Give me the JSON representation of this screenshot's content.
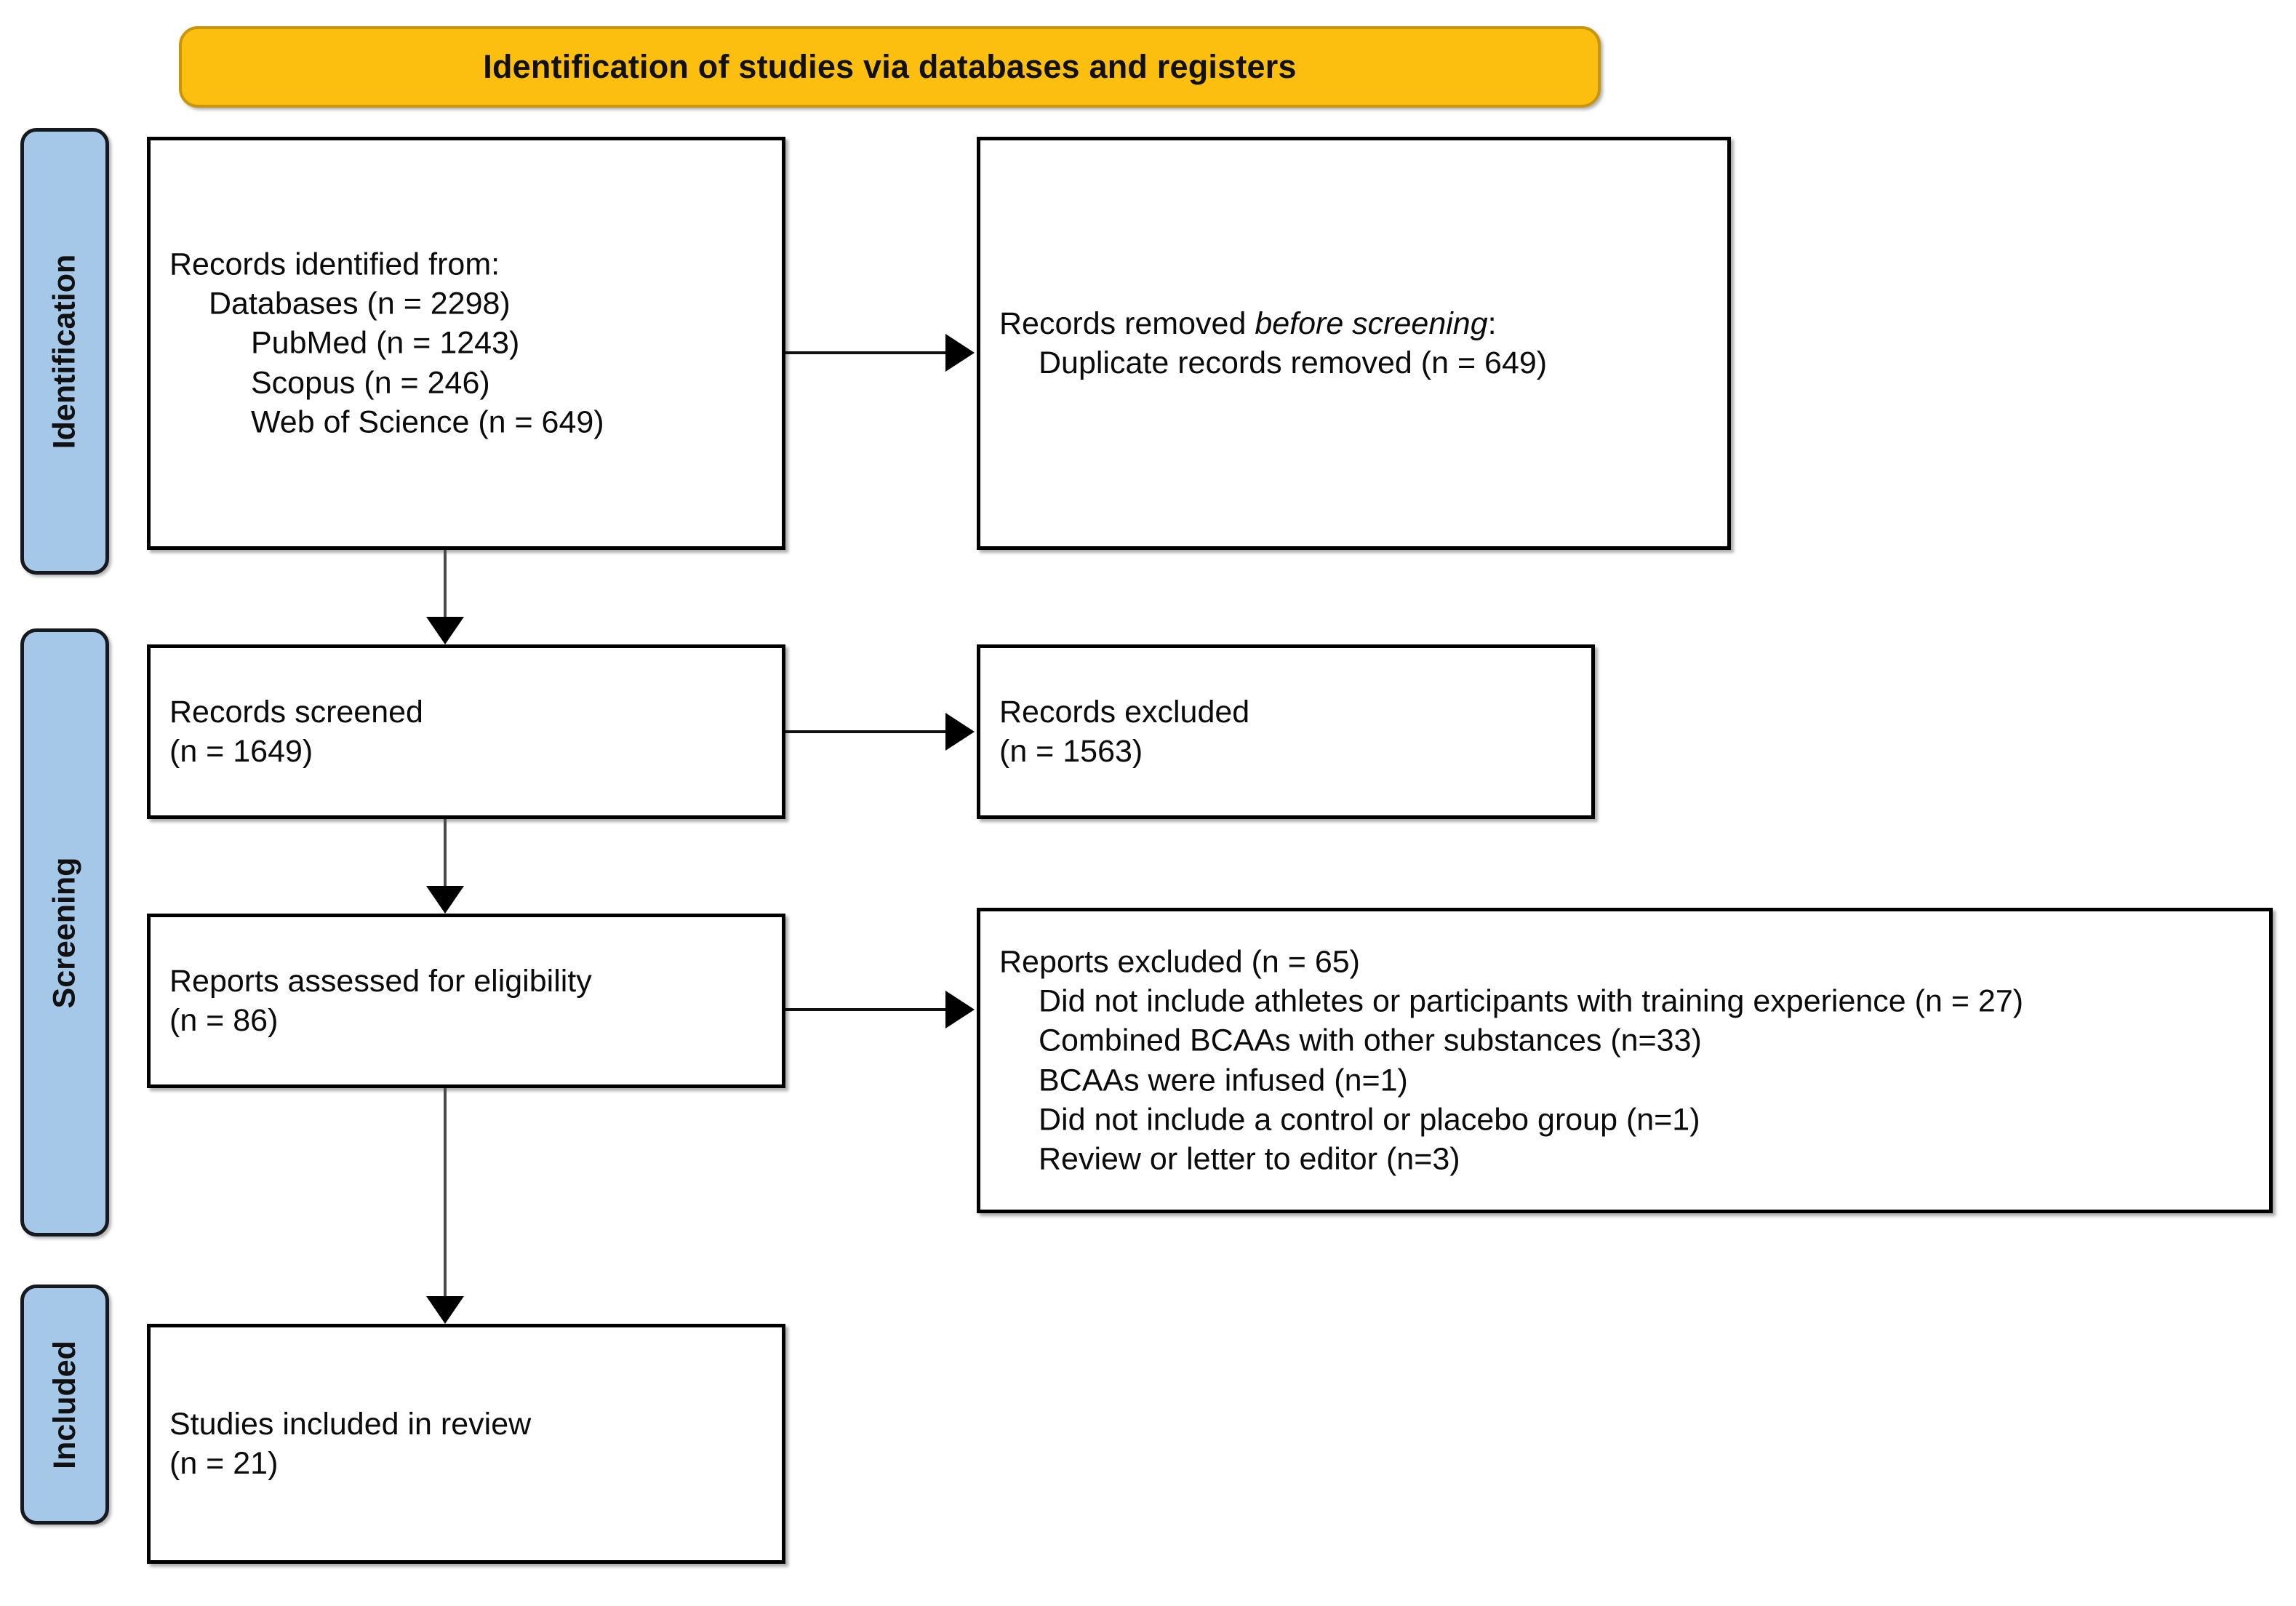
{
  "banner": {
    "title": "Identification of studies via databases and registers"
  },
  "phases": [
    {
      "id": "identification",
      "label": "Identification"
    },
    {
      "id": "screening",
      "label": "Screening"
    },
    {
      "id": "included",
      "label": "Included"
    }
  ],
  "boxes": {
    "records_identified": {
      "lines": [
        {
          "text": "Records identified from:",
          "indent": 0
        },
        {
          "text": "Databases (n = 2298)",
          "indent": 1
        },
        {
          "text": "PubMed (n = 1243)",
          "indent": 2
        },
        {
          "text": "Scopus (n = 246)",
          "indent": 2
        },
        {
          "text": "Web of Science (n = 649)",
          "indent": 2
        }
      ]
    },
    "records_removed": {
      "line1_pre": "Records removed ",
      "line1_italic": "before screening",
      "line1_post": ":",
      "line2": "Duplicate records removed (n = 649)"
    },
    "records_screened": {
      "lines": [
        {
          "text": "Records screened",
          "indent": 0
        },
        {
          "text": "(n = 1649)",
          "indent": 0
        }
      ]
    },
    "records_excluded": {
      "lines": [
        {
          "text": "Records excluded",
          "indent": 0
        },
        {
          "text": "(n = 1563)",
          "indent": 0
        }
      ]
    },
    "reports_assessed": {
      "lines": [
        {
          "text": "Reports assessed for eligibility",
          "indent": 0
        },
        {
          "text": "(n = 86)",
          "indent": 0
        }
      ]
    },
    "reports_excluded": {
      "lines": [
        {
          "text": "Reports excluded (n = 65)",
          "indent": 0
        },
        {
          "text": "Did not include athletes or participants with training experience (n = 27)",
          "indent": 1
        },
        {
          "text": "Combined BCAAs with other substances (n=33)",
          "indent": 1
        },
        {
          "text": "BCAAs were infused (n=1)",
          "indent": 1
        },
        {
          "text": "Did not include a control or placebo group (n=1)",
          "indent": 1
        },
        {
          "text": "Review or letter to editor (n=3)",
          "indent": 1
        }
      ]
    },
    "studies_included": {
      "lines": [
        {
          "text": "Studies included in review",
          "indent": 0
        },
        {
          "text": "(n = 21)",
          "indent": 0
        }
      ]
    }
  },
  "colors": {
    "banner_fill": "#FCBF10",
    "banner_border": "#C8960C",
    "phase_fill": "#A5C8E9",
    "phase_border": "#161A1F",
    "box_border": "#000000",
    "connector": "#111111"
  }
}
